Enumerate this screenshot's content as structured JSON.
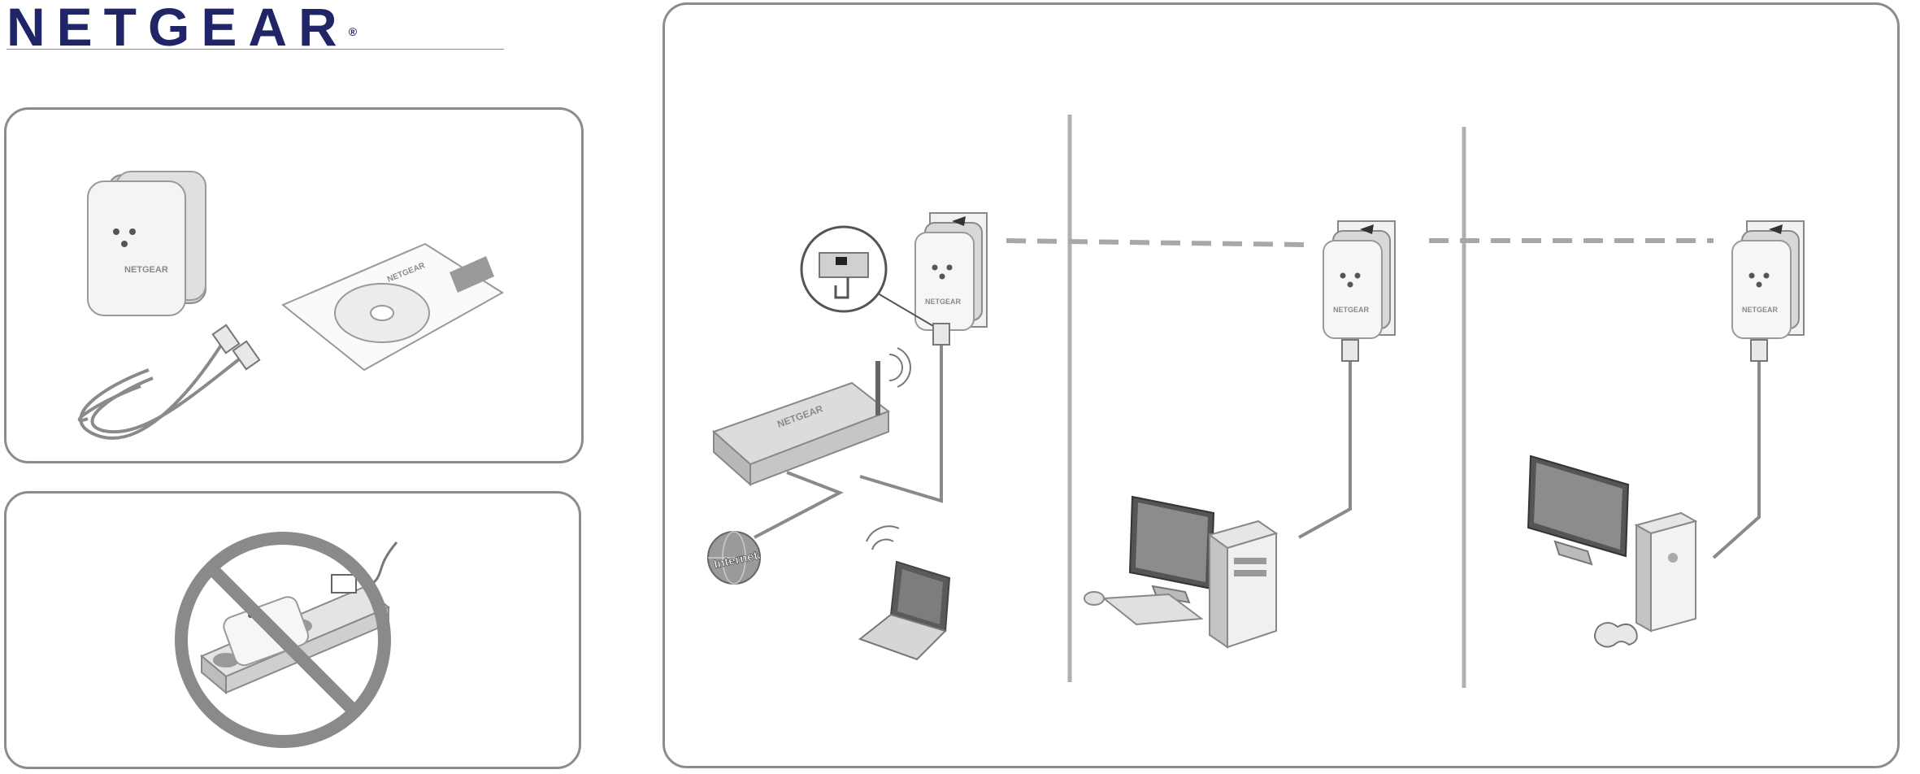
{
  "brand": {
    "name": "NETGEAR",
    "registered": "®"
  },
  "device_brand": "NETGEAR",
  "internet_label": "Internet",
  "colors": {
    "brand_blue": "#1f2566",
    "panel_border": "#8c8c8c",
    "prohibit_red": "#8a8a8a",
    "link_dash": "#a8a8a8"
  }
}
